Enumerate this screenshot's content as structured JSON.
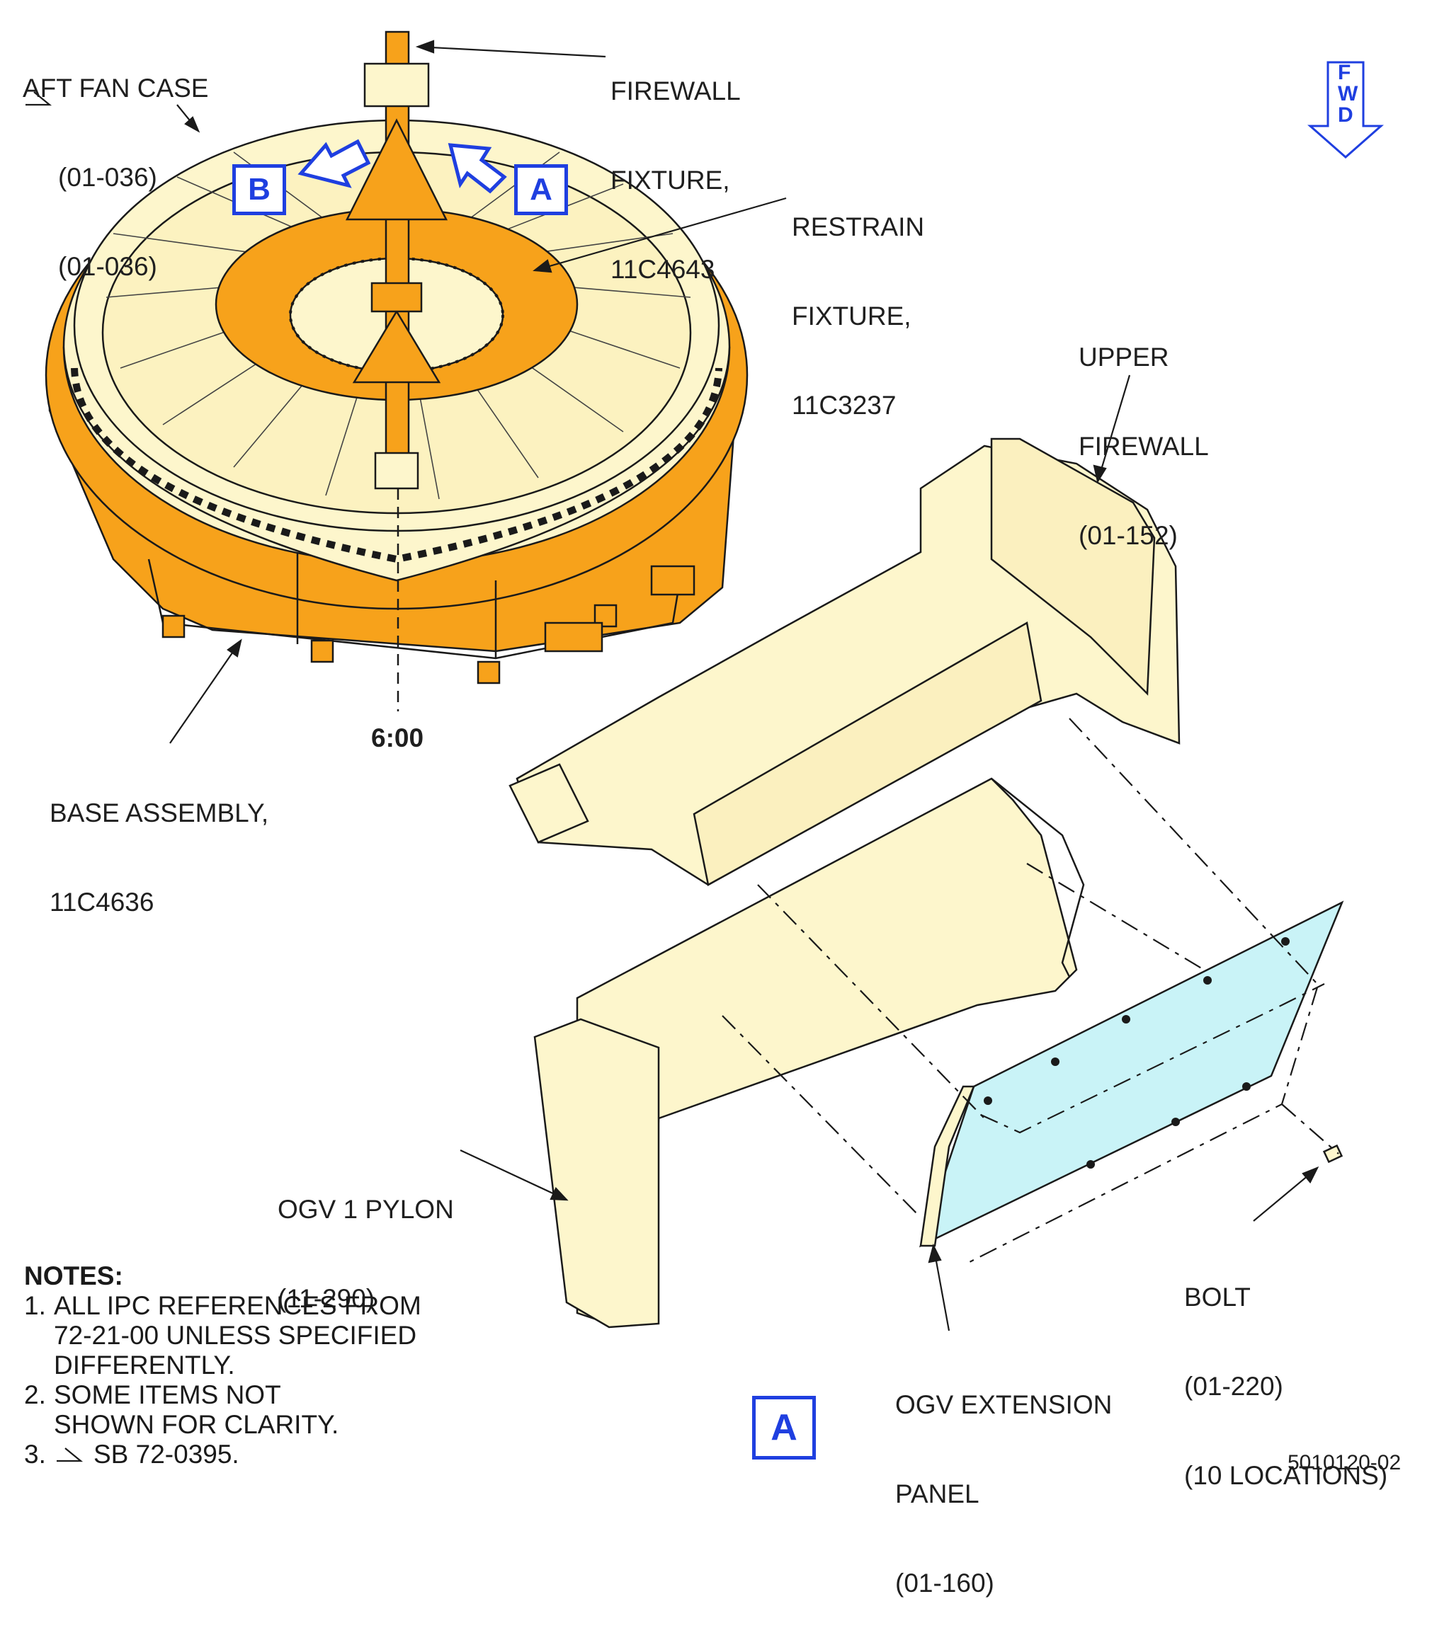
{
  "labels": {
    "aft_fan_case": [
      "AFT FAN CASE",
      "(01-036)",
      "(01-036)"
    ],
    "firewall_fixture": [
      "FIREWALL",
      "FIXTURE,",
      "11C4643"
    ],
    "restrain_fixture": [
      "RESTRAIN",
      "FIXTURE,",
      "11C3237"
    ],
    "upper_firewall": [
      "UPPER",
      "FIREWALL",
      "(01-152)"
    ],
    "base_assembly": [
      "BASE ASSEMBLY,",
      "11C4636"
    ],
    "six_oclock": "6:00",
    "ogv1_pylon": [
      "OGV 1 PYLON",
      "(11-290)"
    ],
    "ogv_extension_panel": [
      "OGV EXTENSION",
      "PANEL",
      "(01-160)"
    ],
    "bolt": [
      "BOLT",
      "(01-220)",
      "(10 LOCATIONS)"
    ]
  },
  "view_labels": {
    "a_top": "A",
    "b_top": "B",
    "a_bottom": "A"
  },
  "fwd_indicator": [
    "F",
    "W",
    "D"
  ],
  "notes": {
    "heading": "NOTES:",
    "items": [
      {
        "num": "1.",
        "lines": [
          "ALL IPC REFERENCES FROM",
          "72-21-00 UNLESS SPECIFIED",
          "DIFFERENTLY."
        ]
      },
      {
        "num": "2.",
        "lines": [
          "SOME ITEMS NOT",
          "SHOWN FOR CLARITY."
        ]
      },
      {
        "num": "3.",
        "lines": [
          "SB 72-0395."
        ]
      }
    ]
  },
  "figure_id": "5010120-02",
  "colors": {
    "fixture_orange": "#f7a21b",
    "part_cream": "#fdf6cc",
    "panel_cyan": "#c9f3f7",
    "view_blue": "#1f3fe0",
    "line": "#1a1a1a"
  }
}
